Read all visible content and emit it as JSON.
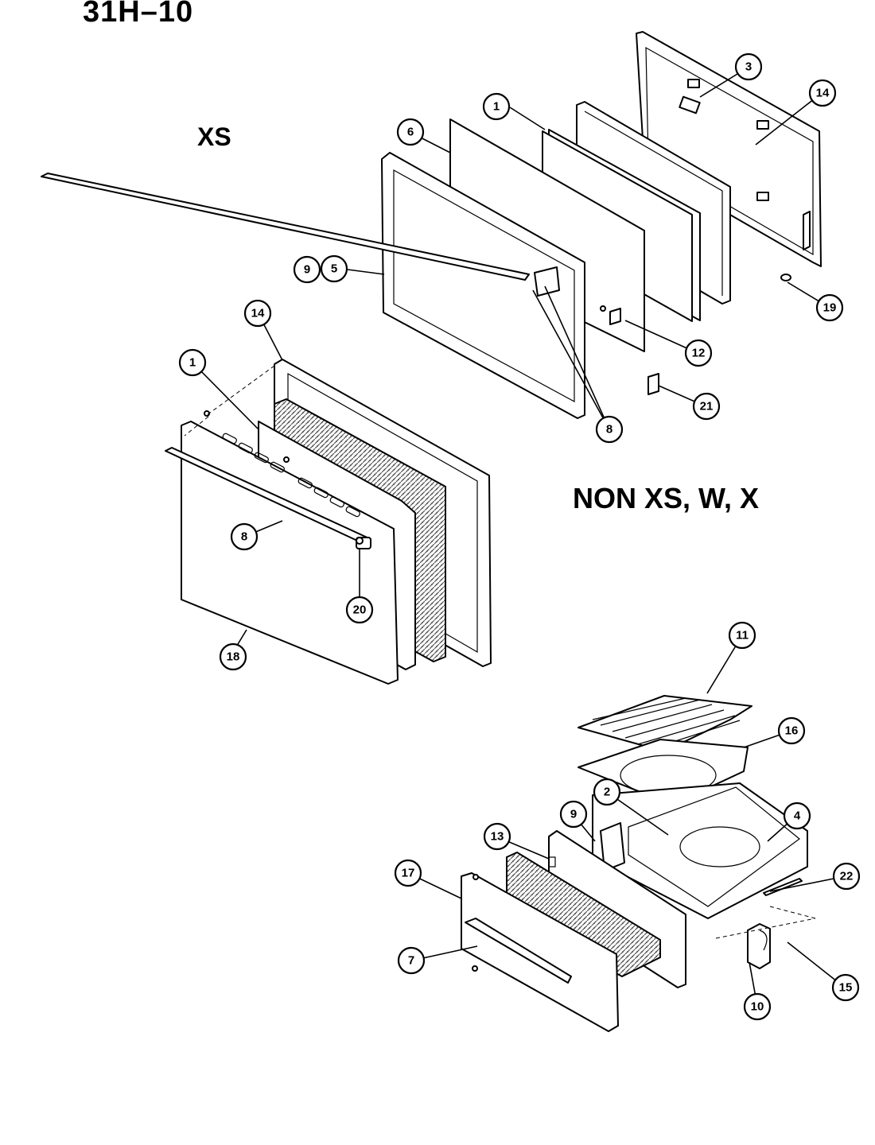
{
  "diagram_code": "31H–10",
  "section_labels": {
    "xs": "XS",
    "non_xs": "NON XS, W, X"
  },
  "callouts": {
    "c1a": "1",
    "c3": "3",
    "c14a": "14",
    "c6": "6",
    "c9a": "9",
    "c5": "5",
    "c19": "19",
    "c12": "12",
    "c14b": "14",
    "c1b": "1",
    "c8a": "8",
    "c21": "21",
    "c8b": "8",
    "c20": "20",
    "c18": "18",
    "c11": "11",
    "c16": "16",
    "c2": "2",
    "c4": "4",
    "c13": "13",
    "c9b": "9",
    "c17": "17",
    "c22": "22",
    "c7": "7",
    "c15": "15",
    "c10": "10"
  }
}
